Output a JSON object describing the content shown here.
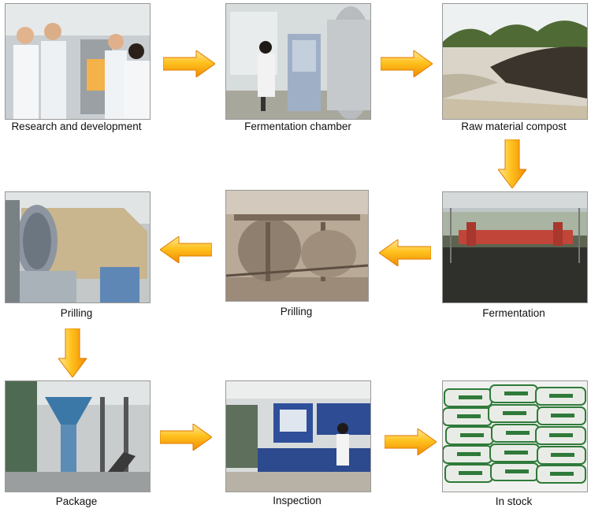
{
  "steps": [
    {
      "label": "Research and development",
      "photo": "laboratory-researchers-photo"
    },
    {
      "label": "Fermentation chamber",
      "photo": "fermentation-tank-photo"
    },
    {
      "label": "Raw material compost",
      "photo": "compost-pile-photo"
    },
    {
      "label": "Fermentation",
      "photo": "fermentation-shed-photo"
    },
    {
      "label": "Prilling",
      "photo": "prilling-machine-photo"
    },
    {
      "label": "Prilling",
      "photo": "rotary-drum-photo"
    },
    {
      "label": "Package",
      "photo": "packaging-line-photo"
    },
    {
      "label": "Inspection",
      "photo": "inspection-lab-photo"
    },
    {
      "label": "In stock",
      "photo": "fertilizer-bags-photo"
    }
  ],
  "colors": {
    "arrow_light": "#ffd24a",
    "arrow_dark": "#f08a00",
    "caption_text": "#111111"
  },
  "arrow_icons": [
    "arrow-right-icon",
    "arrow-right-icon",
    "arrow-down-icon",
    "arrow-left-icon",
    "arrow-left-icon",
    "arrow-down-icon",
    "arrow-right-icon",
    "arrow-right-icon"
  ]
}
